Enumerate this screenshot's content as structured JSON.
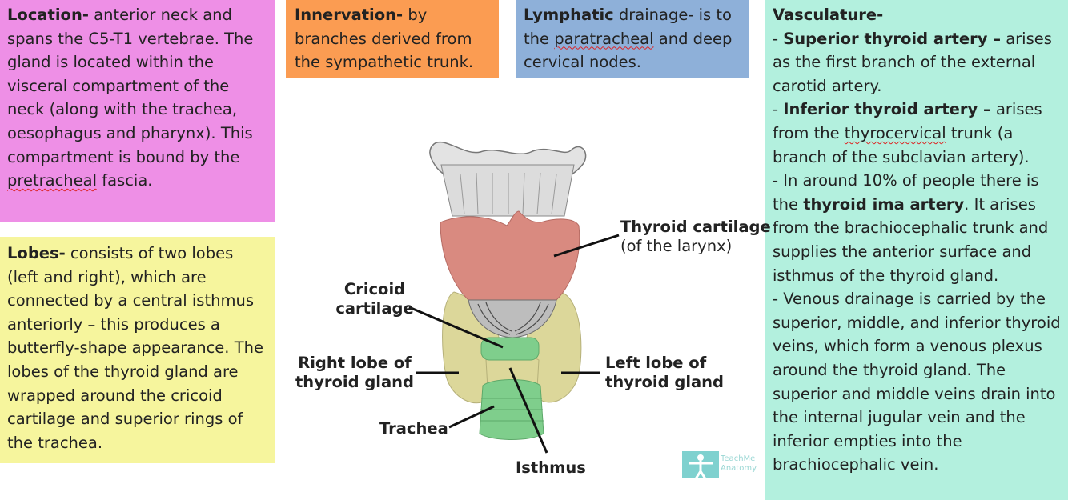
{
  "location": {
    "heading": "Location-",
    "text_a": " anterior neck and spans the C5-T1 vertebrae. The gland is located within the visceral compartment of the neck (along with the trachea, oesophagus and pharynx). This compartment is bound by the ",
    "text_b": "pretracheal",
    "text_c": " fascia."
  },
  "lobes": {
    "heading": "Lobes-",
    "text": " consists of two lobes (left and right), which are connected by a central isthmus anteriorly – this produces a butterfly-shape appearance. The lobes of the thyroid gland are wrapped around the cricoid cartilage and superior rings of the trachea."
  },
  "innervation": {
    "heading": "Innervation-",
    "text": " by branches derived from the sympathetic trunk."
  },
  "lymphatic": {
    "heading": "Lymphatic",
    "text_a": " drainage- is to the ",
    "text_b": "paratracheal",
    "text_c": " and deep cervical nodes."
  },
  "vasculature": {
    "heading": "Vasculature-",
    "sup_dash": "- ",
    "sup_bold": "Superior thyroid artery –",
    "sup_text": " arises as the first branch of the external carotid artery.",
    "inf_dash": "- ",
    "inf_bold": "Inferior thyroid artery –",
    "inf_text_a": " arises from the ",
    "inf_text_b": "thyrocervical",
    "inf_text_c": " trunk (a branch of the subclavian artery).",
    "ima_text_a": "- In around 10% of people  there is the ",
    "ima_bold": "thyroid ima artery",
    "ima_text_b": ". It arises from the brachiocephalic trunk and supplies the anterior surface and isthmus of the thyroid gland.",
    "venous_text": "- Venous drainage is carried by the superior, middle, and inferior thyroid veins, which form a venous plexus around the thyroid gland. The superior and middle veins drain into the internal jugular vein and the inferior empties into the brachiocephalic vein."
  },
  "diagram": {
    "thyroid_cartilage": "Thyroid cartilage",
    "thyroid_cartilage_sub": "(of the larynx)",
    "cricoid_1": "Cricoid",
    "cricoid_2": "cartilage",
    "right_lobe_1": "Right lobe of",
    "right_lobe_2": "thyroid gland",
    "left_lobe_1": "Left lobe of",
    "left_lobe_2": "thyroid gland",
    "trachea": "Trachea",
    "isthmus": "Isthmus"
  },
  "logo": {
    "line1": "TeachMe",
    "line2": "Anatomy"
  },
  "colors": {
    "location_bg": "#ee8fe6",
    "lobes_bg": "#f6f59d",
    "innervation_bg": "#fb9c52",
    "lymphatic_bg": "#8eb0d9",
    "vasculature_bg": "#b3f0de",
    "thyroid_gland": "#dcd79a",
    "thyroid_cartilage": "#d98a80",
    "trachea": "#7fce8c"
  }
}
